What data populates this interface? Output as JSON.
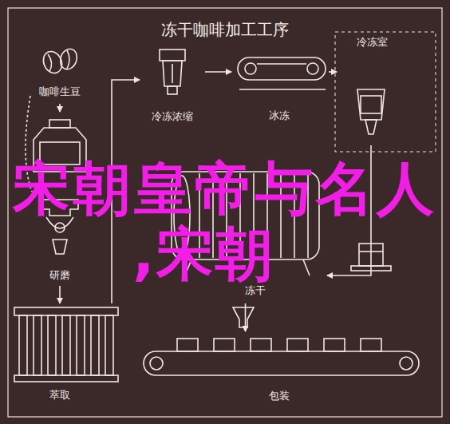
{
  "diagram": {
    "title": "冻干咖啡加工工序",
    "nodes": [
      {
        "text": [
          "咖啡生豆"
        ]
      },
      {
        "text": [
          "研磨"
        ]
      },
      {
        "text": [
          "萃取"
        ]
      },
      {
        "text": [
          "冷冻浓缩"
        ]
      },
      {
        "text": [
          "冰冻"
        ]
      },
      {
        "text": [
          "冷冻室"
        ]
      },
      {
        "text": [
          "冻干"
        ]
      },
      {
        "text": [
          "包装"
        ]
      }
    ],
    "edges": [
      {
        "from": 0,
        "to": 1,
        "arrow": "to"
      },
      {
        "from": 1,
        "to": 2,
        "arrow": "to"
      },
      {
        "from": 2,
        "to": 3,
        "arrow": "to"
      },
      {
        "from": 3,
        "to": 4,
        "arrow": "to"
      },
      {
        "from": 4,
        "to": 5,
        "arrow": "to"
      },
      {
        "from": 5,
        "to": 6,
        "arrow": "to"
      },
      {
        "from": 6,
        "to": 7,
        "arrow": "to"
      }
    ],
    "labels": [
      "宋朝皇帝与名人",
      ",宋朝"
    ]
  }
}
